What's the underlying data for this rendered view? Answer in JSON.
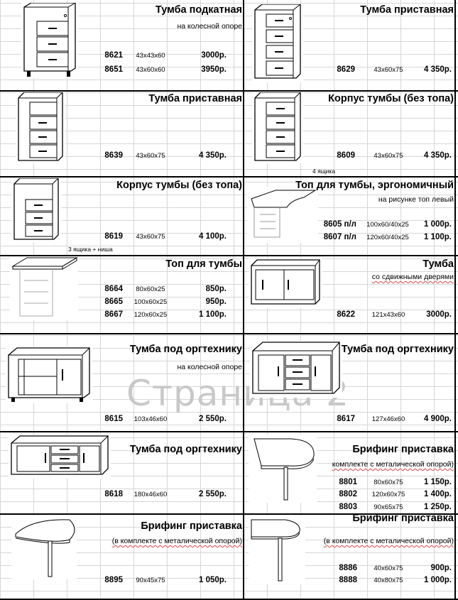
{
  "watermark": "Страница 2",
  "blocks": [
    {
      "id": "b1",
      "title": "Тумба подкатная",
      "subtitle": "на колесной опоре",
      "rows": [
        {
          "code": "8621",
          "size": "43х43х60",
          "price": "3000р."
        },
        {
          "code": "8651",
          "size": "43х60х60",
          "price": "3950р."
        }
      ]
    },
    {
      "id": "b2",
      "title": "Тумба приставная",
      "subtitle": "",
      "rows": [
        {
          "code": "8629",
          "size": "43х60х75",
          "price": "4 350р."
        }
      ]
    },
    {
      "id": "b3",
      "title": "Тумба приставная",
      "subtitle": "",
      "rows": [
        {
          "code": "8639",
          "size": "43х60х75",
          "price": "4 350р."
        }
      ]
    },
    {
      "id": "b4",
      "title": "Корпус тумбы (без топа)",
      "subtitle": "",
      "note": "4 ящика",
      "rows": [
        {
          "code": "8609",
          "size": "43х60х75",
          "price": "4 350р."
        }
      ]
    },
    {
      "id": "b5",
      "title": "Корпус тумбы (без топа)",
      "subtitle": "",
      "note": "3 ящика + ниша",
      "rows": [
        {
          "code": "8619",
          "size": "43х60х75",
          "price": "4 100р."
        }
      ]
    },
    {
      "id": "b6",
      "title": "Топ для тумбы, эргономичный",
      "subtitle": "на рисунке топ левый",
      "rows": [
        {
          "code": "8605 п/л",
          "size": "100х60/40х25",
          "price": "1 000р."
        },
        {
          "code": "8607 п/л",
          "size": "120х60/40х25",
          "price": "1 100р."
        }
      ]
    },
    {
      "id": "b7",
      "title": "Топ для тумбы",
      "subtitle": "",
      "rows": [
        {
          "code": "8664",
          "size": "80х60х25",
          "price": "850р."
        },
        {
          "code": "8665",
          "size": "100х60х25",
          "price": "950р."
        },
        {
          "code": "8667",
          "size": "120х60х25",
          "price": "1 100р."
        }
      ]
    },
    {
      "id": "b8",
      "title": "Тумба",
      "subtitle": "со сдвижными дверями",
      "rows": [
        {
          "code": "8622",
          "size": "121х43х60",
          "price": "3000р."
        }
      ]
    },
    {
      "id": "b9",
      "title": "Тумба под оргтехнику",
      "subtitle": "на колесной опоре",
      "rows": [
        {
          "code": "8615",
          "size": "103х46х60",
          "price": "2 550р."
        }
      ]
    },
    {
      "id": "b10",
      "title": "Тумба под оргтехнику",
      "subtitle": "",
      "rows": [
        {
          "code": "8617",
          "size": "127х46х60",
          "price": "4 900р."
        }
      ]
    },
    {
      "id": "b11",
      "title": "Тумба под оргтехнику",
      "subtitle": "",
      "rows": [
        {
          "code": "8618",
          "size": "180х46х60",
          "price": "2 550р."
        }
      ]
    },
    {
      "id": "b12",
      "title": "Брифинг приставка",
      "subtitle": "комплекте с металической опорой)",
      "rows": [
        {
          "code": "8801",
          "size": "80х60х75",
          "price": "1 150р."
        },
        {
          "code": "8802",
          "size": "120х60х75",
          "price": "1 400р."
        },
        {
          "code": "8803",
          "size": "90х65х75",
          "price": "1 250р."
        }
      ]
    },
    {
      "id": "b13",
      "title": "Брифинг приставка",
      "subtitle": "(в комплекте с металической опорой)",
      "rows": [
        {
          "code": "8895",
          "size": "90х45х75",
          "price": "1 050р."
        }
      ]
    },
    {
      "id": "b14",
      "title": "Брифинг приставка",
      "subtitle": "(в комплекте с металической опорой)",
      "rows": [
        {
          "code": "8886",
          "size": "40х60х75",
          "price": "900р."
        },
        {
          "code": "8888",
          "size": "40х80х75",
          "price": "1 000р."
        }
      ]
    }
  ]
}
